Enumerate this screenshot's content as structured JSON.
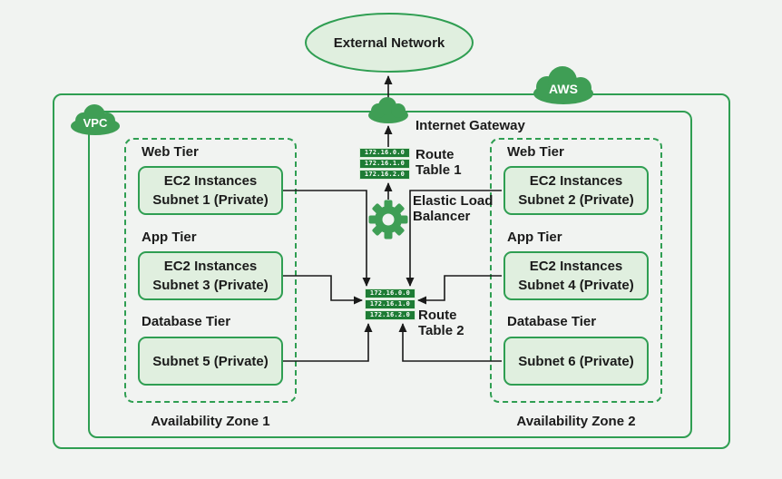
{
  "colors": {
    "green": "#2f9e52",
    "light-fill": "#e0efdf",
    "dark-green": "#1e7c35",
    "arrow": "#1a1a1a",
    "bg": "#f1f3f1",
    "cloud": "#3f9e55"
  },
  "external_network": {
    "label": "External Network"
  },
  "aws_cloud": {
    "label": "AWS"
  },
  "vpc_cloud": {
    "label": "VPC"
  },
  "internet_gateway": {
    "label": "Internet Gateway"
  },
  "load_balancer": {
    "label": "Elastic Load Balancer"
  },
  "route_table_1": {
    "label": "Route Table 1",
    "rows": [
      "172.16.0.0",
      "172.16.1.0",
      "172.16.2.0"
    ]
  },
  "route_table_2": {
    "label": "Route Table 2",
    "rows": [
      "172.16.0.0",
      "172.16.1.0",
      "172.16.2.0"
    ]
  },
  "zones": [
    {
      "label": "Availability Zone 1",
      "tiers": [
        {
          "name": "Web Tier",
          "lines": [
            "EC2 Instances",
            "Subnet 1 (Private)"
          ]
        },
        {
          "name": "App Tier",
          "lines": [
            "EC2 Instances",
            "Subnet 3 (Private)"
          ]
        },
        {
          "name": "Database Tier",
          "lines": [
            "Subnet 5 (Private)"
          ]
        }
      ]
    },
    {
      "label": "Availability Zone 2",
      "tiers": [
        {
          "name": "Web Tier",
          "lines": [
            "EC2 Instances",
            "Subnet 2 (Private)"
          ]
        },
        {
          "name": "App Tier",
          "lines": [
            "EC2 Instances",
            "Subnet 4 (Private)"
          ]
        },
        {
          "name": "Database Tier",
          "lines": [
            "Subnet 6 (Private)"
          ]
        }
      ]
    }
  ]
}
